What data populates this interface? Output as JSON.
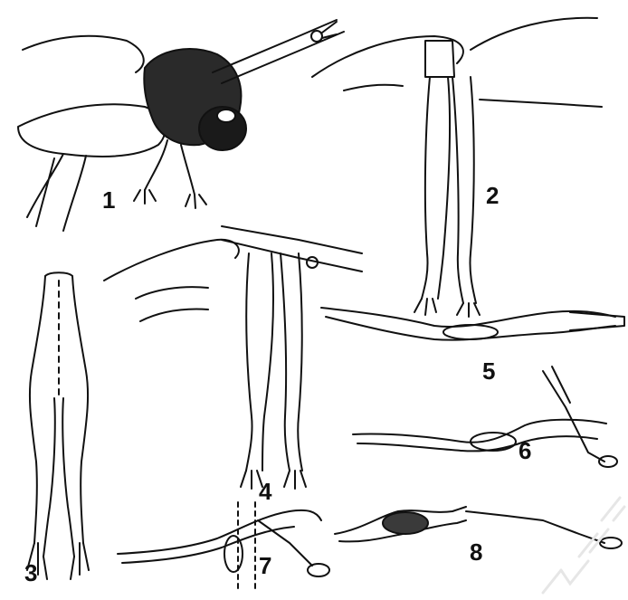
{
  "figure": {
    "labels": [
      "1",
      "2",
      "3",
      "4",
      "5",
      "6",
      "7",
      "8"
    ],
    "watermark_text": "ИНГ",
    "colors": {
      "ink": "#111111",
      "paper": "#ffffff",
      "watermark": "#e6e6e6"
    }
  }
}
